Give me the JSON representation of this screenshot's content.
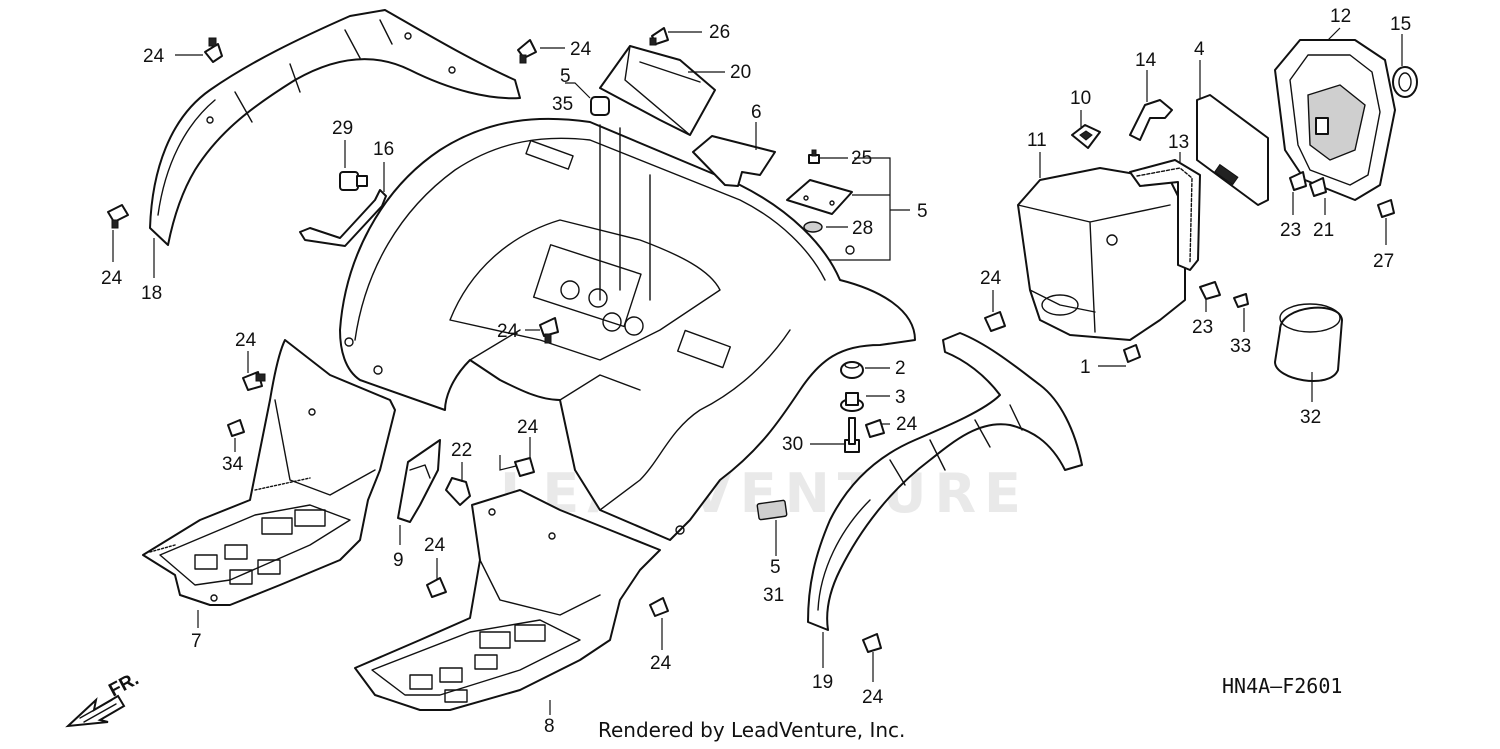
{
  "diagram": {
    "code": "HN4A—F2601",
    "footer": "Rendered by LeadVenture, Inc.",
    "watermark": "LEADVENTURE",
    "direction_label": "FR.",
    "callouts": [
      {
        "id": "c24a",
        "text": "24"
      },
      {
        "id": "c18",
        "text": "18"
      },
      {
        "id": "c24b",
        "text": "24"
      },
      {
        "id": "c24c",
        "text": "24"
      },
      {
        "id": "c26",
        "text": "26"
      },
      {
        "id": "c20",
        "text": "20"
      },
      {
        "id": "c5a",
        "text": "5"
      },
      {
        "id": "c35",
        "text": "35"
      },
      {
        "id": "c6",
        "text": "6"
      },
      {
        "id": "c29",
        "text": "29"
      },
      {
        "id": "c16",
        "text": "16"
      },
      {
        "id": "c25",
        "text": "25"
      },
      {
        "id": "c5b",
        "text": "5"
      },
      {
        "id": "c28",
        "text": "28"
      },
      {
        "id": "c24d",
        "text": "24"
      },
      {
        "id": "c24e",
        "text": "24"
      },
      {
        "id": "c34",
        "text": "34"
      },
      {
        "id": "c22",
        "text": "22"
      },
      {
        "id": "c24f",
        "text": "24"
      },
      {
        "id": "c9",
        "text": "9"
      },
      {
        "id": "c24g",
        "text": "24"
      },
      {
        "id": "c7",
        "text": "7"
      },
      {
        "id": "c8",
        "text": "8"
      },
      {
        "id": "c24h",
        "text": "24"
      },
      {
        "id": "c2",
        "text": "2"
      },
      {
        "id": "c3",
        "text": "3"
      },
      {
        "id": "c30",
        "text": "30"
      },
      {
        "id": "c24i",
        "text": "24"
      },
      {
        "id": "c5c",
        "text": "5"
      },
      {
        "id": "c31",
        "text": "31"
      },
      {
        "id": "c19",
        "text": "19"
      },
      {
        "id": "c24j",
        "text": "24"
      },
      {
        "id": "c24k",
        "text": "24"
      },
      {
        "id": "c1",
        "text": "1"
      },
      {
        "id": "c11",
        "text": "11"
      },
      {
        "id": "c10",
        "text": "10"
      },
      {
        "id": "c14",
        "text": "14"
      },
      {
        "id": "c4",
        "text": "4"
      },
      {
        "id": "c13",
        "text": "13"
      },
      {
        "id": "c12",
        "text": "12"
      },
      {
        "id": "c15",
        "text": "15"
      },
      {
        "id": "c23a",
        "text": "23"
      },
      {
        "id": "c21",
        "text": "21"
      },
      {
        "id": "c27",
        "text": "27"
      },
      {
        "id": "c23b",
        "text": "23"
      },
      {
        "id": "c33",
        "text": "33"
      },
      {
        "id": "c32",
        "text": "32"
      }
    ]
  }
}
